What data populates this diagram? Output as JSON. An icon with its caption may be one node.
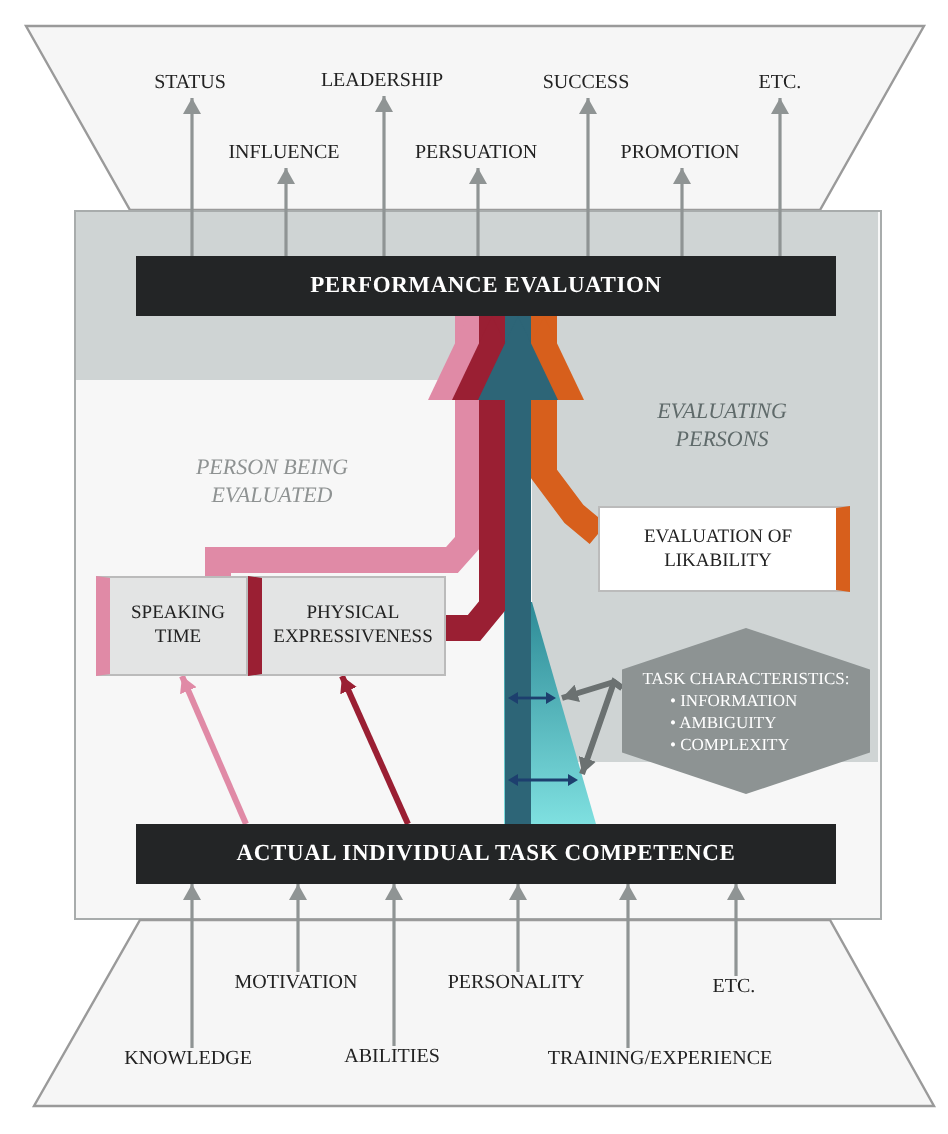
{
  "diagram": {
    "nodes": [
      {
        "text": [],
        "shape": "trapezoid"
      },
      {
        "text": [
          "STATUS"
        ],
        "in": 0
      },
      {
        "text": [
          "LEADERSHIP"
        ],
        "in": 0
      },
      {
        "text": [
          "SUCCESS"
        ],
        "in": 0
      },
      {
        "text": [
          "ETC."
        ],
        "in": 0
      },
      {
        "text": [
          "INFLUENCE"
        ],
        "in": 0
      },
      {
        "text": [
          "PERSUATION"
        ],
        "in": 0
      },
      {
        "text": [
          "PROMOTION"
        ],
        "in": 0
      },
      {
        "text": [],
        "shape": "box"
      },
      {
        "text": [
          "PERFORMANCE EVALUATION"
        ],
        "in": 8
      },
      {
        "text": [
          "EVALUATION OF LIKABILITY"
        ],
        "in": 8
      },
      {
        "text": [
          "SPEAKING TIME"
        ],
        "in": 8
      },
      {
        "text": [
          "PHYSICAL EXPRESSIVENESS"
        ],
        "in": 8
      },
      {
        "text": [
          "TASK CHARACTERISTICS:",
          "• INFORMATION",
          "• AMBIGUITY",
          "• COMPLEXITY"
        ],
        "in": 8
      },
      {
        "text": [
          "ACTUAL INDIVIDUAL TASK COMPETENCE"
        ],
        "in": 8
      },
      {
        "text": [],
        "shape": "trapezoid"
      },
      {
        "text": [
          "MOTIVATION"
        ],
        "in": 15
      },
      {
        "text": [
          "PERSONALITY"
        ],
        "in": 15
      },
      {
        "text": [
          "ETC."
        ],
        "in": 15
      },
      {
        "text": [
          "KNOWLEDGE"
        ],
        "in": 15
      },
      {
        "text": [
          "ABILITIES"
        ],
        "in": 15
      },
      {
        "text": [
          "TRAINING/EXPERIENCE"
        ],
        "in": 15
      }
    ],
    "edges": [
      {
        "from": 9,
        "to": 1,
        "arrow": "to"
      },
      {
        "from": 9,
        "to": 2,
        "arrow": "to"
      },
      {
        "from": 9,
        "to": 3,
        "arrow": "to"
      },
      {
        "from": 9,
        "to": 4,
        "arrow": "to"
      },
      {
        "from": 9,
        "to": 5,
        "arrow": "to"
      },
      {
        "from": 9,
        "to": 6,
        "arrow": "to"
      },
      {
        "from": 9,
        "to": 7,
        "arrow": "to"
      },
      {
        "from": 14,
        "to": 9,
        "arrow": "to",
        "style": "thick",
        "color": "#2d6577"
      },
      {
        "from": 11,
        "to": 9,
        "arrow": "to",
        "style": "thick",
        "color": "#e08aa6"
      },
      {
        "from": 12,
        "to": 9,
        "arrow": "to",
        "style": "thick",
        "color": "#9a1f33"
      },
      {
        "from": 10,
        "to": 9,
        "arrow": "to",
        "style": "thick",
        "color": "#d75f1c"
      },
      {
        "from": 14,
        "to": 11,
        "arrow": "to",
        "color": "#e08aa6"
      },
      {
        "from": 14,
        "to": 12,
        "arrow": "to",
        "color": "#9a1f33"
      },
      {
        "from": 13,
        "to": null,
        "arrow": "to",
        "color": "#6b7171"
      },
      {
        "from": 13,
        "to": null,
        "arrow": "to",
        "color": "#6b7171"
      },
      {
        "from": 16,
        "to": 14,
        "arrow": "to"
      },
      {
        "from": 17,
        "to": 14,
        "arrow": "to"
      },
      {
        "from": 18,
        "to": 14,
        "arrow": "to"
      },
      {
        "from": 19,
        "to": 14,
        "arrow": "to"
      },
      {
        "from": 20,
        "to": 14,
        "arrow": "to"
      },
      {
        "from": 21,
        "to": 14,
        "arrow": "to"
      }
    ],
    "labels": [
      "EVALUATING PERSONS",
      "PERSON BEING EVALUATED"
    ]
  }
}
